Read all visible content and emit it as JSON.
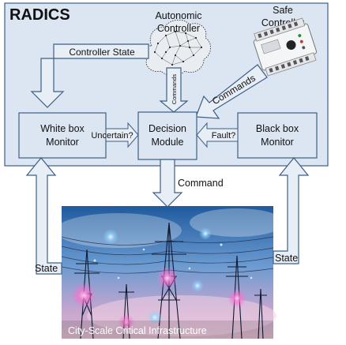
{
  "title": "RADICS",
  "autonomic_controller": {
    "line1": "Autonomic",
    "line2": "Controller"
  },
  "safe_controller": {
    "line1": "Safe",
    "line2": "Controller"
  },
  "controller_state_label": "Controller State",
  "commands_vertical_label": "Commands",
  "commands_diagonal_label": "Commands",
  "white_box_monitor": {
    "line1": "White box",
    "line2": "Monitor"
  },
  "decision_module": {
    "line1": "Decision",
    "line2": "Module"
  },
  "black_box_monitor": {
    "line1": "Black box",
    "line2": "Monitor"
  },
  "uncertain_label": "Uncertain?",
  "fault_label": "Fault?",
  "command_label": "Command",
  "state_left_label": "State",
  "state_right_label": "State",
  "infrastructure_caption": "City-Scale Critical Infrastructure",
  "colors": {
    "box_fill": "#dce6f2",
    "box_stroke": "#4a6a8f",
    "radics_fill": "#dce6f2",
    "photo_sky_top": "#3a6fb0",
    "photo_sky_bottom": "#c9a6c9",
    "glow": "#ff7ad9"
  },
  "icons": {
    "autonomic": "brain-network-icon",
    "safe": "plc-controller-icon",
    "infrastructure": "power-pylon-photo"
  }
}
